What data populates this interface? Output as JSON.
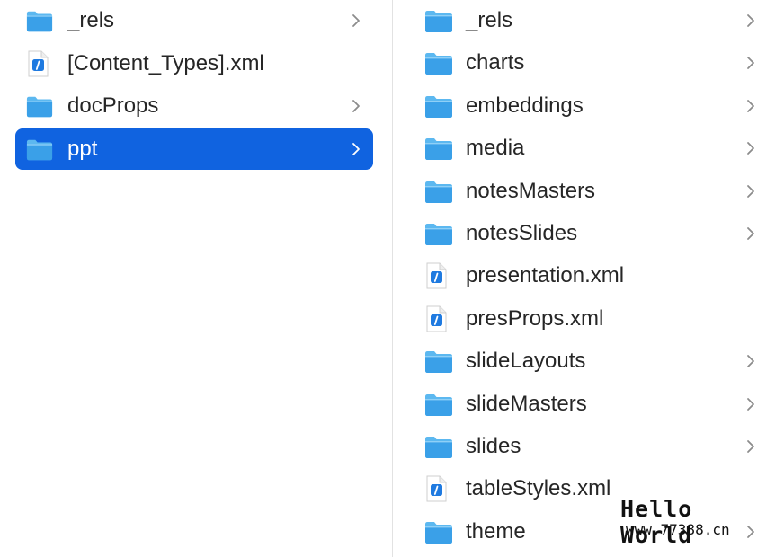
{
  "left_column": {
    "items": [
      {
        "label": "_rels",
        "icon": "folder-icon",
        "chevron": true,
        "selected": false
      },
      {
        "label": "[Content_Types].xml",
        "icon": "xml-file-icon",
        "chevron": false,
        "selected": false
      },
      {
        "label": "docProps",
        "icon": "folder-icon",
        "chevron": true,
        "selected": false
      },
      {
        "label": "ppt",
        "icon": "folder-icon",
        "chevron": true,
        "selected": true
      }
    ]
  },
  "right_column": {
    "items": [
      {
        "label": "_rels",
        "icon": "folder-icon",
        "chevron": true
      },
      {
        "label": "charts",
        "icon": "folder-icon",
        "chevron": true
      },
      {
        "label": "embeddings",
        "icon": "folder-icon",
        "chevron": true
      },
      {
        "label": "media",
        "icon": "folder-icon",
        "chevron": true
      },
      {
        "label": "notesMasters",
        "icon": "folder-icon",
        "chevron": true
      },
      {
        "label": "notesSlides",
        "icon": "folder-icon",
        "chevron": true
      },
      {
        "label": "presentation.xml",
        "icon": "xml-file-icon",
        "chevron": false
      },
      {
        "label": "presProps.xml",
        "icon": "xml-file-icon",
        "chevron": false
      },
      {
        "label": "slideLayouts",
        "icon": "folder-icon",
        "chevron": true
      },
      {
        "label": "slideMasters",
        "icon": "folder-icon",
        "chevron": true
      },
      {
        "label": "slides",
        "icon": "folder-icon",
        "chevron": true
      },
      {
        "label": "tableStyles.xml",
        "icon": "xml-file-icon",
        "chevron": false
      },
      {
        "label": "theme",
        "icon": "folder-icon",
        "chevron": true
      }
    ]
  },
  "watermark": {
    "title": "Hello World",
    "url": "www.77388.cn"
  },
  "colors": {
    "selection": "#1063e0",
    "folder": "#3aa0e8",
    "text": "#262626",
    "chevron": "#8c8c8c"
  }
}
